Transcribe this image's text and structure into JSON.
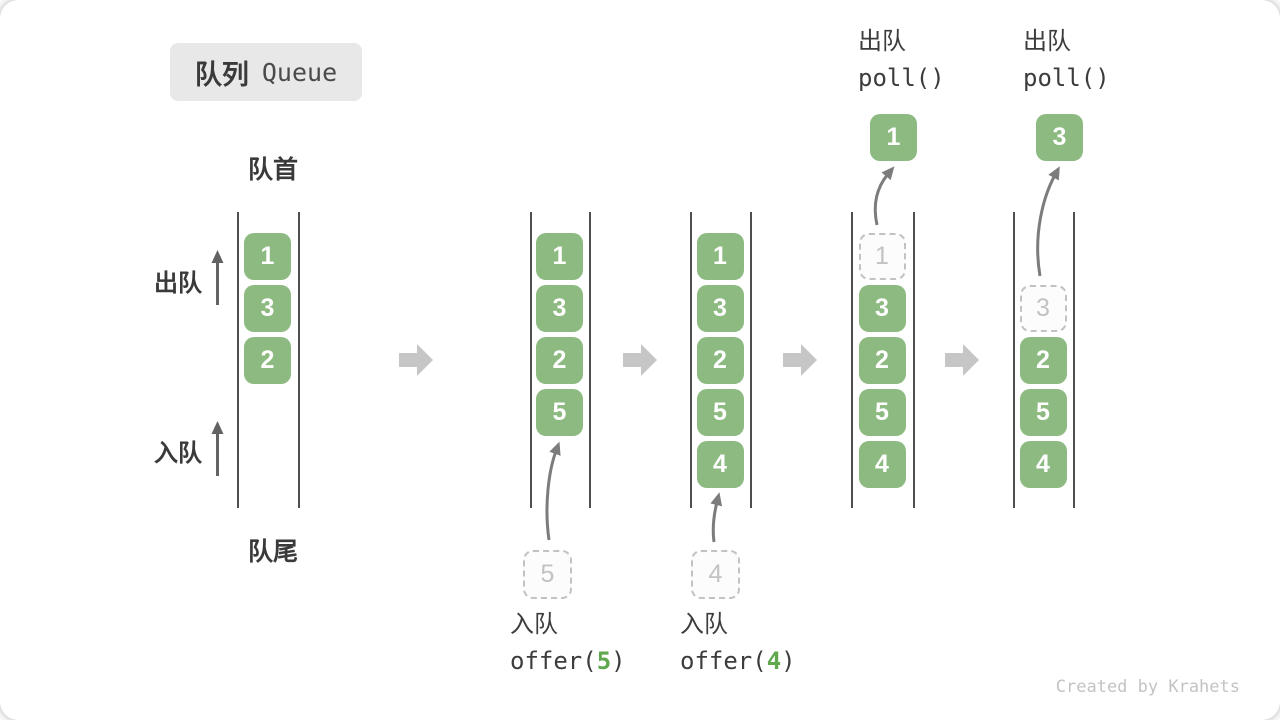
{
  "title": {
    "zh": "队列",
    "en": "Queue"
  },
  "labels": {
    "front": "队首",
    "rear": "队尾",
    "dequeue": "出队",
    "enqueue": "入队"
  },
  "states": [
    {
      "name": "state-1",
      "slots": [
        {
          "value": "1",
          "style": "solid"
        },
        {
          "value": "3",
          "style": "solid"
        },
        {
          "value": "2",
          "style": "solid"
        }
      ]
    },
    {
      "name": "state-2",
      "slots": [
        {
          "value": "1",
          "style": "solid"
        },
        {
          "value": "3",
          "style": "solid"
        },
        {
          "value": "2",
          "style": "solid"
        },
        {
          "value": "5",
          "style": "solid"
        }
      ],
      "pending": {
        "value": "5"
      }
    },
    {
      "name": "state-3",
      "slots": [
        {
          "value": "1",
          "style": "solid"
        },
        {
          "value": "3",
          "style": "solid"
        },
        {
          "value": "2",
          "style": "solid"
        },
        {
          "value": "5",
          "style": "solid"
        },
        {
          "value": "4",
          "style": "solid"
        }
      ],
      "pending": {
        "value": "4"
      }
    },
    {
      "name": "state-4",
      "slots": [
        {
          "value": "1",
          "style": "ghost"
        },
        {
          "value": "3",
          "style": "solid"
        },
        {
          "value": "2",
          "style": "solid"
        },
        {
          "value": "5",
          "style": "solid"
        },
        {
          "value": "4",
          "style": "solid"
        }
      ],
      "popped": {
        "value": "1"
      }
    },
    {
      "name": "state-5",
      "slots": [
        {
          "value": "",
          "style": "empty"
        },
        {
          "value": "3",
          "style": "ghost"
        },
        {
          "value": "2",
          "style": "solid"
        },
        {
          "value": "5",
          "style": "solid"
        },
        {
          "value": "4",
          "style": "solid"
        }
      ],
      "popped": {
        "value": "3"
      }
    }
  ],
  "operations": [
    {
      "label": "入队",
      "code_before": "offer(",
      "arg": "5",
      "code_after": ")"
    },
    {
      "label": "入队",
      "code_before": "offer(",
      "arg": "4",
      "code_after": ")"
    },
    {
      "label": "出队",
      "code_before": "poll()",
      "arg": "",
      "code_after": ""
    },
    {
      "label": "出队",
      "code_before": "poll()",
      "arg": "",
      "code_after": ""
    }
  ],
  "colors": {
    "block_green": "#8cba80",
    "code_arg_green": "#5fa84e",
    "big_arrow_gray": "#c6c6c6",
    "thin_arrow_gray": "#7c7c7c",
    "side_arrow_gray": "#636363"
  },
  "watermark": "Created by Krahets"
}
